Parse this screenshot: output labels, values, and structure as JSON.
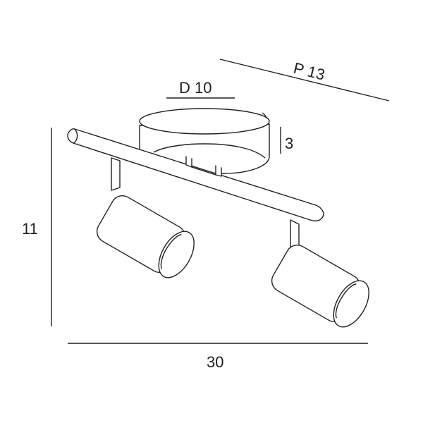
{
  "dimensions": {
    "projection_label": "P 13",
    "diameter_label": "D 10",
    "base_height_label": "3",
    "height_label": "11",
    "width_label": "30"
  },
  "colors": {
    "stroke": "#231f20",
    "background": "#ffffff"
  }
}
